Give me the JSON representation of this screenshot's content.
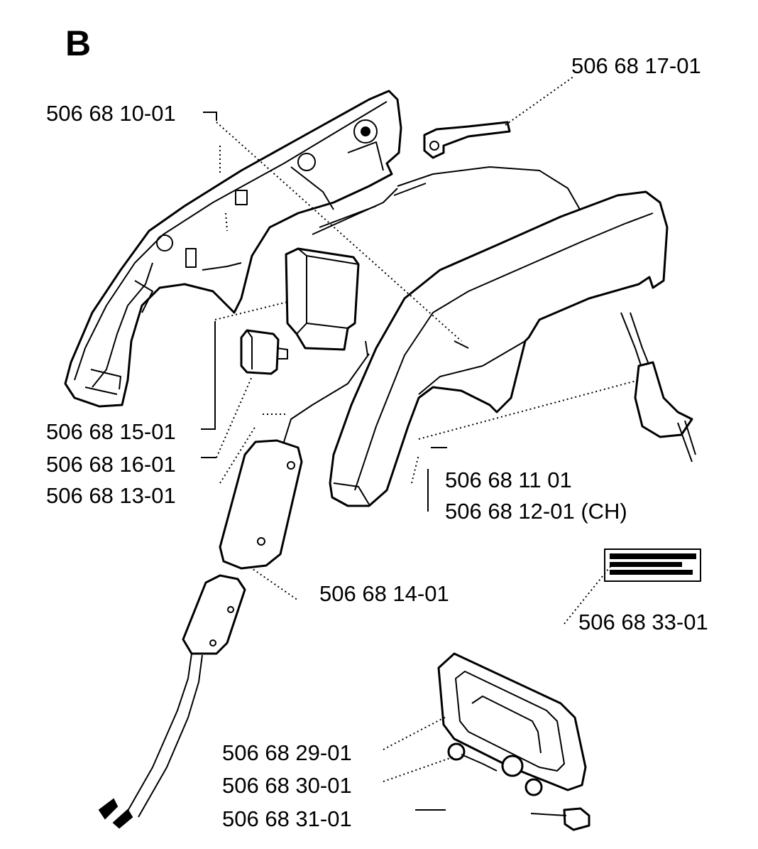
{
  "section": "B",
  "parts": [
    {
      "id": "p10",
      "number": "506 68 10-01"
    },
    {
      "id": "p17",
      "number": "506 68 17-01"
    },
    {
      "id": "p15",
      "number": "506 68 15-01"
    },
    {
      "id": "p16",
      "number": "506 68 16-01"
    },
    {
      "id": "p13",
      "number": "506 68 13-01"
    },
    {
      "id": "p11",
      "number": "506 68 11 01"
    },
    {
      "id": "p12",
      "number": "506 68 12-01 (CH)"
    },
    {
      "id": "p14",
      "number": "506 68 14-01"
    },
    {
      "id": "p33",
      "number": "506 68 33-01"
    },
    {
      "id": "p29",
      "number": "506 68 29-01"
    },
    {
      "id": "p30",
      "number": "506 68 30-01"
    },
    {
      "id": "p31",
      "number": "506 68 31-01"
    }
  ]
}
